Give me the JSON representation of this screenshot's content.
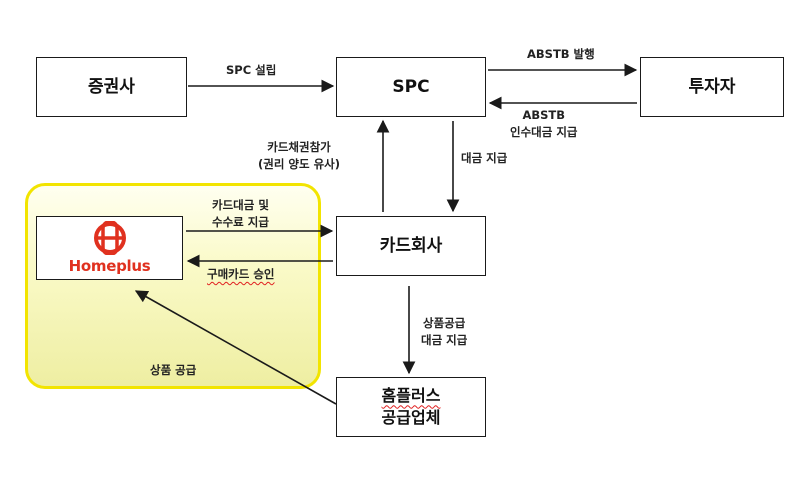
{
  "nodes": {
    "securities": "증권사",
    "spc": "SPC",
    "investor": "투자자",
    "card_company": "카드회사",
    "homeplus_logo_text": "Homeplus",
    "supplier_line1": "홈플러스",
    "supplier_line2": "공급업체"
  },
  "edges": {
    "spc_setup": "SPC 설립",
    "abstb_issue": "ABSTB 발행",
    "abstb_take_line1": "ABSTB",
    "abstb_take_line2": "인수대금 지급",
    "card_receivable_line1": "카드채권참가",
    "card_receivable_line2": "(권리 양도 유사)",
    "payment_to_card": "대금 지급",
    "card_payment_line1": "카드대금 및",
    "card_payment_line2": "수수료 지급",
    "card_approval": "구매카드 승인",
    "supplier_payment_line1": "상품공급",
    "supplier_payment_line2": "대금 지급",
    "product_supply": "상품 공급"
  },
  "colors": {
    "highlight_border": "#f2e400",
    "highlight_fill": "#fafac8",
    "homeplus_red": "#e0311f",
    "line": "#1a1a1a"
  }
}
